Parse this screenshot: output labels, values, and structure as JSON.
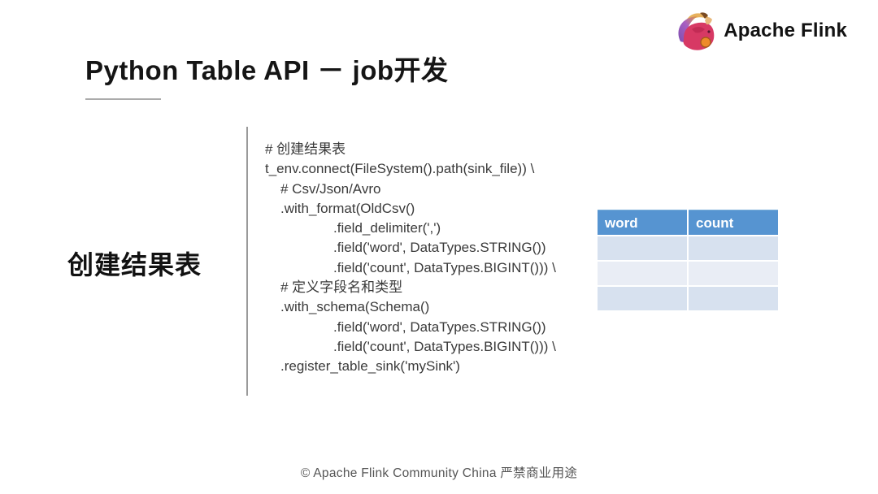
{
  "colors": {
    "table_header_bg": "#5694d1",
    "table_row_odd": "#d7e1ef",
    "table_row_even": "#e9edf5",
    "code_text": "#3a3a3a",
    "divider": "#9a9a9a",
    "footer_text": "#555555",
    "title_text": "#151515"
  },
  "header": {
    "logo_icon": "flink-squirrel-icon",
    "logo_text": "Apache Flink"
  },
  "title": "Python Table API － job开发",
  "section_label": "创建结果表",
  "code": {
    "lines": [
      {
        "indent": 0,
        "text": "# 创建结果表"
      },
      {
        "indent": 0,
        "text": "t_env.connect(FileSystem().path(sink_file)) \\"
      },
      {
        "indent": 1,
        "text": "# Csv/Json/Avro"
      },
      {
        "indent": 1,
        "text": ".with_format(OldCsv()"
      },
      {
        "indent": 2,
        "text": ".field_delimiter(',')"
      },
      {
        "indent": 2,
        "text": ".field('word', DataTypes.STRING())"
      },
      {
        "indent": 2,
        "text": ".field('count', DataTypes.BIGINT())) \\"
      },
      {
        "indent": 1,
        "text": "# 定义字段名和类型"
      },
      {
        "indent": 1,
        "text": ".with_schema(Schema()"
      },
      {
        "indent": 2,
        "text": ".field('word', DataTypes.STRING())"
      },
      {
        "indent": 2,
        "text": ".field('count', DataTypes.BIGINT())) \\"
      },
      {
        "indent": 1,
        "text": ".register_table_sink('mySink')"
      }
    ]
  },
  "result_table": {
    "columns": [
      "word",
      "count"
    ],
    "rows": [
      [
        "",
        ""
      ],
      [
        "",
        ""
      ],
      [
        "",
        ""
      ]
    ]
  },
  "footer": "© Apache Flink Community China  严禁商业用途"
}
